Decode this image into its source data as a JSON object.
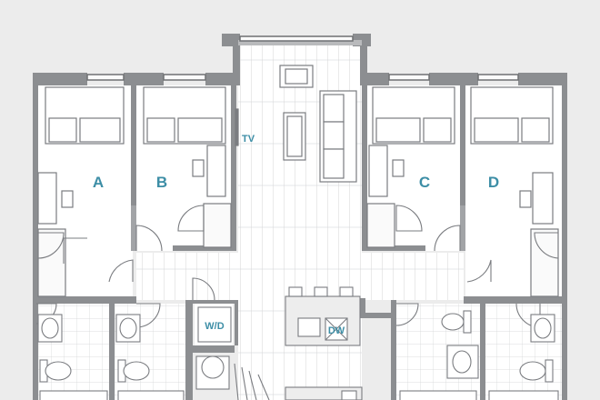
{
  "colors": {
    "background": "#ececec",
    "floor": "#ffffff",
    "wall": "#8c8e91",
    "fixture_line": "#7a7c80",
    "label": "#3d8ea6"
  },
  "rooms": {
    "a": "A",
    "b": "B",
    "c": "C",
    "d": "D"
  },
  "fixtures": {
    "tv": "TV",
    "washer_dryer": "W/D",
    "dishwasher": "DW"
  }
}
